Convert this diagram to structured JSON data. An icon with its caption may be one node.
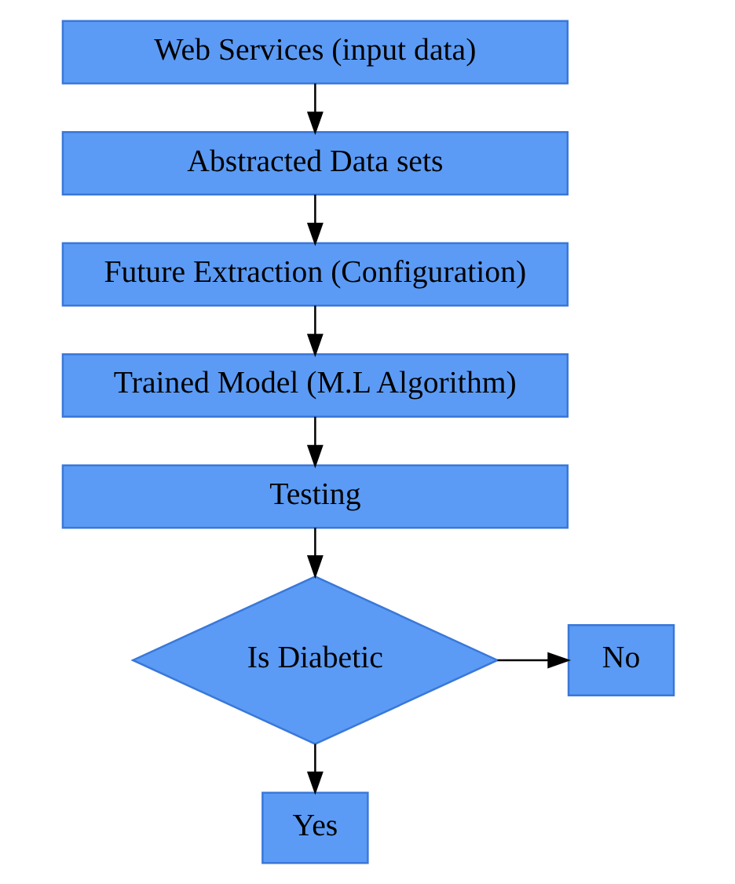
{
  "diagram": {
    "nodes": [
      {
        "text": [
          "Web Services (input data)"
        ]
      },
      {
        "text": [
          "Abstracted Data sets"
        ]
      },
      {
        "text": [
          "Future Extraction (Configuration)"
        ]
      },
      {
        "text": [
          "Trained Model (M.L Algorithm)"
        ]
      },
      {
        "text": [
          "Testing"
        ]
      },
      {
        "text": [
          "Is Diabetic"
        ]
      },
      {
        "text": [
          "No"
        ]
      },
      {
        "text": [
          "Yes"
        ]
      }
    ],
    "edges": [
      {
        "from": 0,
        "to": 1,
        "arrow": "to"
      },
      {
        "from": 1,
        "to": 2,
        "arrow": "to"
      },
      {
        "from": 2,
        "to": 3,
        "arrow": "to"
      },
      {
        "from": 3,
        "to": 4,
        "arrow": "to"
      },
      {
        "from": 4,
        "to": 5,
        "arrow": "to"
      },
      {
        "from": 5,
        "to": 6,
        "arrow": "to"
      },
      {
        "from": 5,
        "to": 7,
        "arrow": "to"
      }
    ]
  }
}
